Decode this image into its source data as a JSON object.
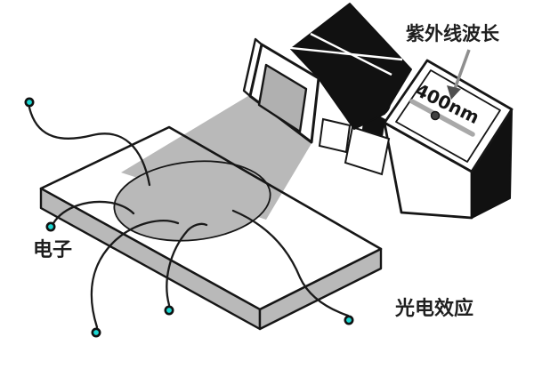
{
  "labels": {
    "uv_wavelength": "紫外线波长",
    "electron": "电子",
    "photoelectric_effect": "光电效应"
  },
  "wavelength_display": {
    "value": "400nm"
  },
  "electron_count": 5,
  "colors": {
    "electron": "#1bd7d2",
    "gray_fill": "#b9b9b9",
    "lens_gray": "#b0b0b0",
    "outline": "#161616",
    "slider_track": "#a9a9a9",
    "slider_handle": "#3f3f3f",
    "arrow": "#8f8f8f",
    "text": "#1f1f1f"
  }
}
